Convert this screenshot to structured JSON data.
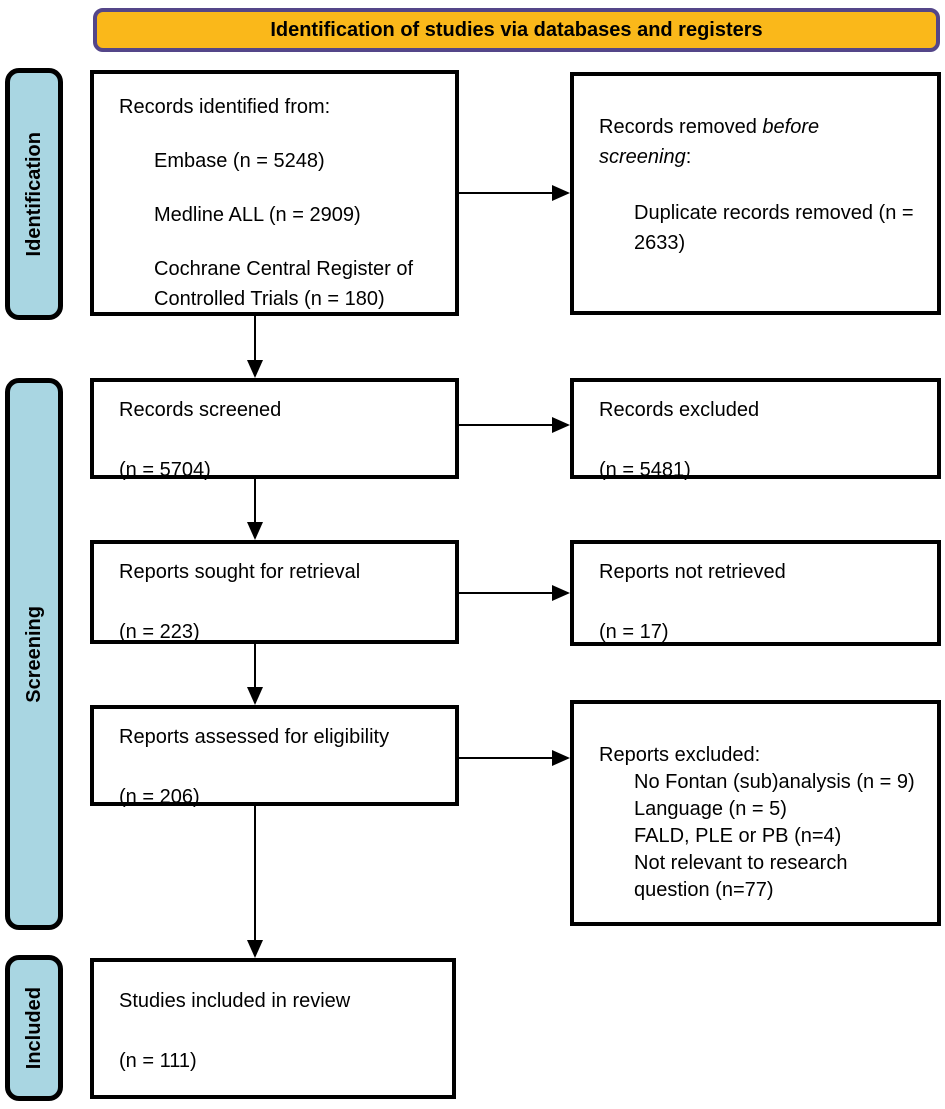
{
  "banner": {
    "label": "Identification of studies via databases and registers"
  },
  "colors": {
    "banner_fill": "#FAB81A",
    "banner_border": "#544689",
    "stage_fill": "#A9D6E2",
    "box_border": "#000000",
    "background": "#FFFFFF"
  },
  "stages": [
    {
      "label": "Identification"
    },
    {
      "label": "Screening"
    },
    {
      "label": "Included"
    }
  ],
  "boxes": {
    "records_identified": {
      "title": "Records identified from:",
      "items": [
        "Embase (n = 5248)",
        "Medline ALL (n = 2909)",
        "Cochrane Central Register of Controlled Trials (n = 180)"
      ]
    },
    "records_removed": {
      "line1_normal": "Records removed ",
      "line1_italic": "before",
      "line2_italic": "screening",
      "line2_normal": ":",
      "item": "Duplicate records removed (n = 2633)"
    },
    "records_screened": {
      "title": "Records screened",
      "count": "(n = 5704)"
    },
    "records_excluded": {
      "title": "Records excluded",
      "count": "(n = 5481)"
    },
    "reports_sought": {
      "title": "Reports sought for retrieval",
      "count": "(n = 223)"
    },
    "reports_not_retrieved": {
      "title": "Reports not retrieved",
      "count": "(n = 17)"
    },
    "reports_assessed": {
      "title": "Reports assessed for eligibility",
      "count": "(n = 206)"
    },
    "reports_excluded": {
      "title": "Reports excluded:",
      "items": [
        "No Fontan (sub)analysis (n = 9)",
        "Language (n = 5)",
        "FALD, PLE or PB (n=4)",
        "Not relevant to research question (n=77)"
      ]
    },
    "studies_included": {
      "title": "Studies included in review",
      "count": "(n = 111)"
    }
  }
}
